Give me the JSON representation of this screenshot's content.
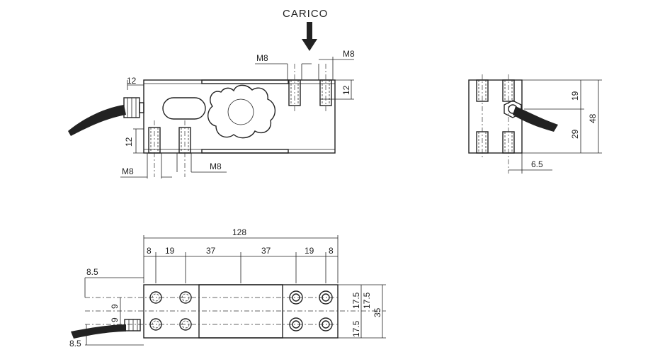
{
  "load_label": "CARICO",
  "front_view": {
    "thread_top_left": "M8",
    "thread_top_right": "M8",
    "thread_bottom_left": "M8",
    "thread_bottom_right": "M8",
    "dim_top_depth": "12",
    "dim_left_offset": "12",
    "dim_bottom_depth": "12"
  },
  "side_view": {
    "dim_upper": "19",
    "dim_lower": "29",
    "dim_height": "48",
    "dim_cable": "6.5"
  },
  "top_view": {
    "dim_length": "128",
    "dim_segments": [
      "8",
      "19",
      "37",
      "37",
      "19",
      "8"
    ],
    "dim_left_upper": "8.5",
    "dim_left_lower": "8.5",
    "dim_gap_a": "9",
    "dim_gap_b": "9",
    "dim_right": [
      "17.5",
      "17.5",
      "17.5",
      "35"
    ]
  }
}
